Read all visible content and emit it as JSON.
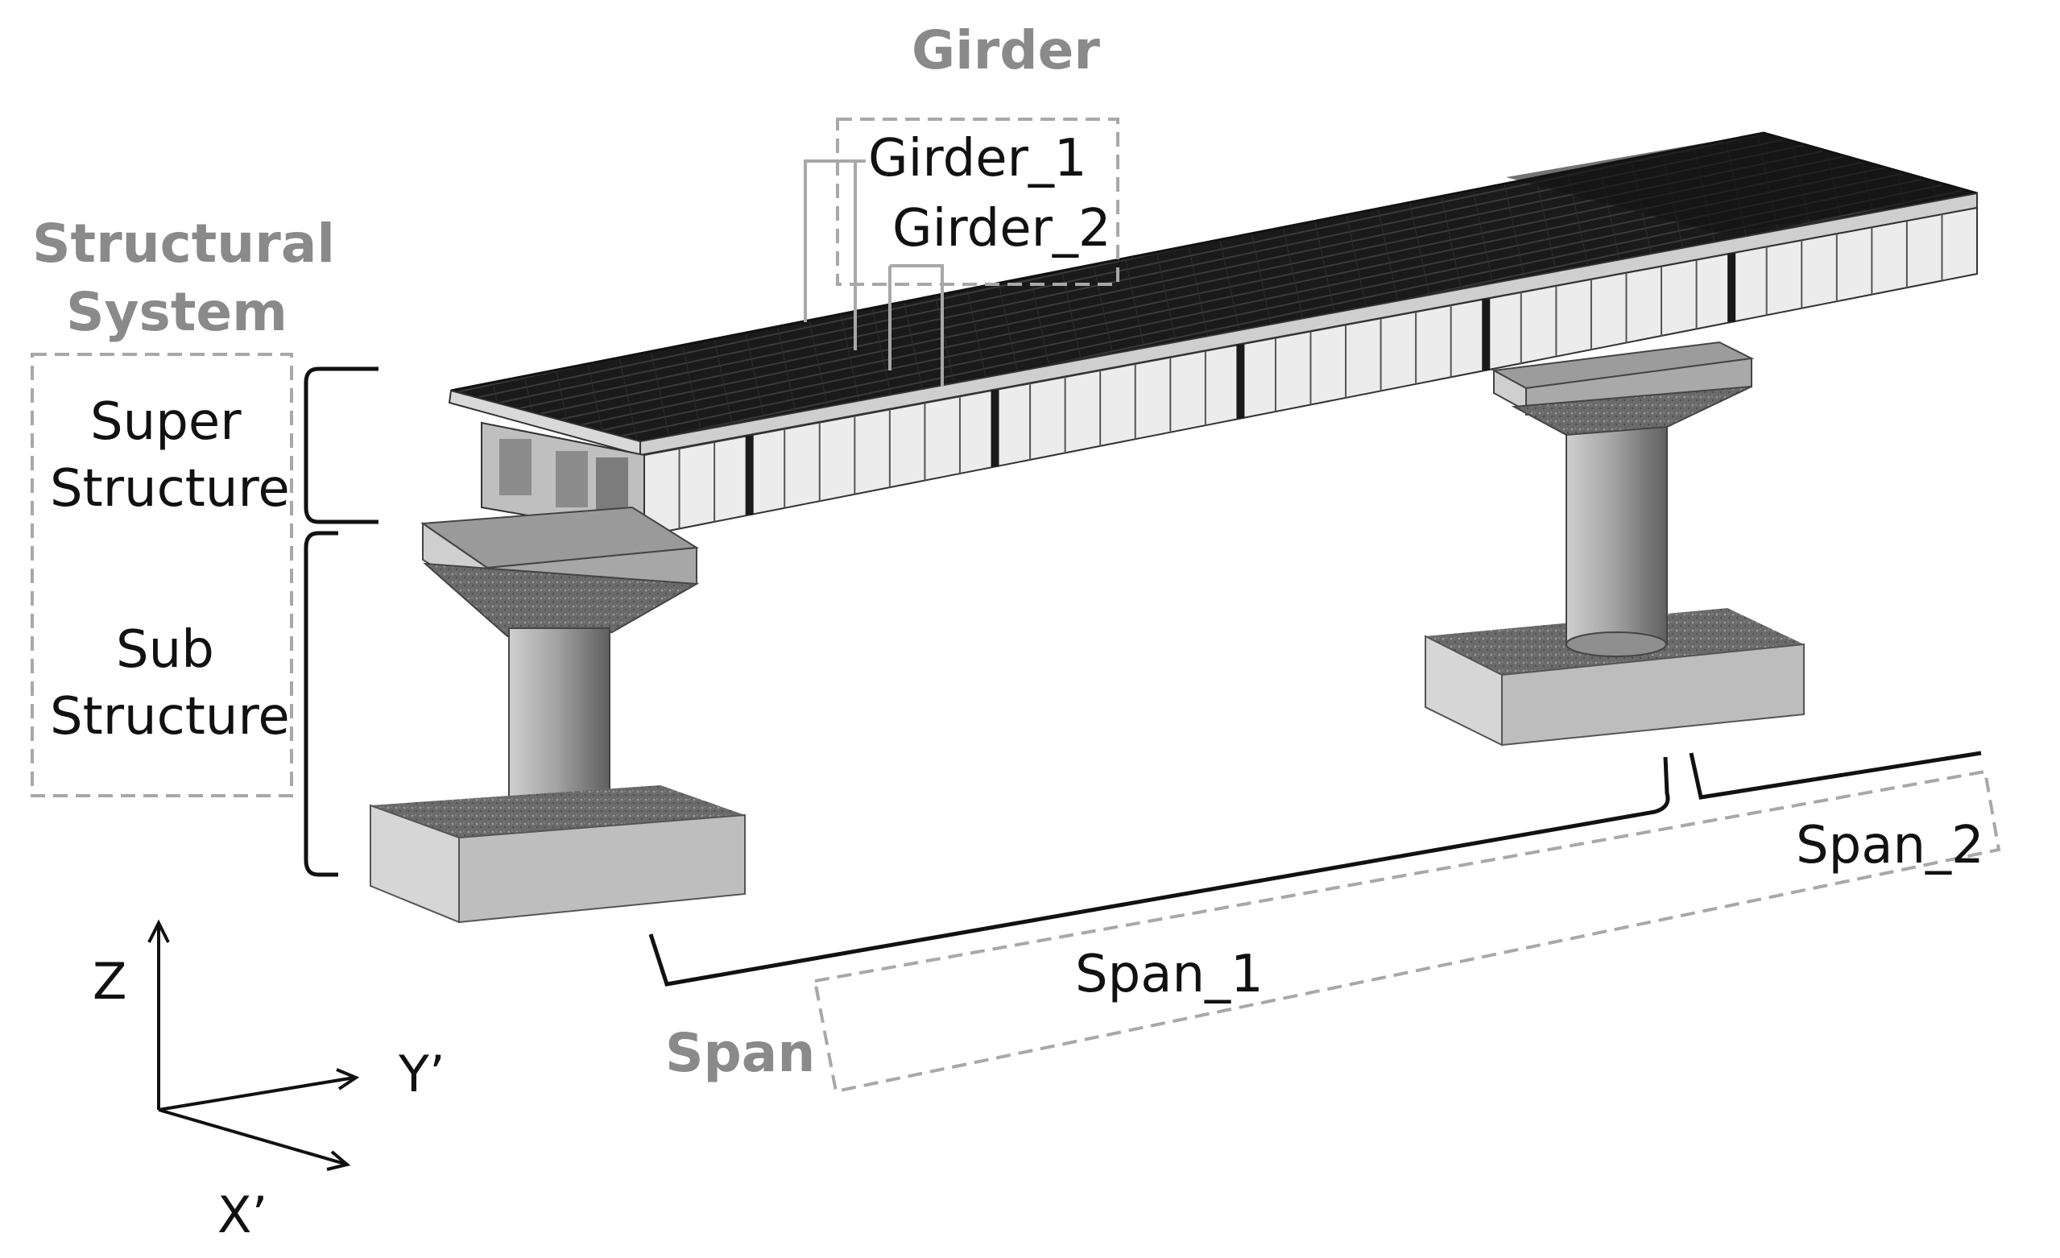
{
  "labels": {
    "girder_group": "Girder",
    "girder_1": "Girder_1",
    "girder_2": "Girder_2",
    "structural_system_line1": "Structural",
    "structural_system_line2": "System",
    "super_line1": "Super",
    "super_line2": "Structure",
    "sub_line1": "Sub",
    "sub_line2": "Structure",
    "span_group": "Span",
    "span_1": "Span_1",
    "span_2": "Span_2",
    "axis_z": "Z",
    "axis_y": "Y’",
    "axis_x": "X’"
  },
  "colors": {
    "annotation_grey": "#8a8a8a",
    "deck_dark": "#1f1f1f",
    "girder_side": "#e9e9e9",
    "concrete": "#bdbdbd",
    "concrete_dark": "#6f6f6f"
  }
}
